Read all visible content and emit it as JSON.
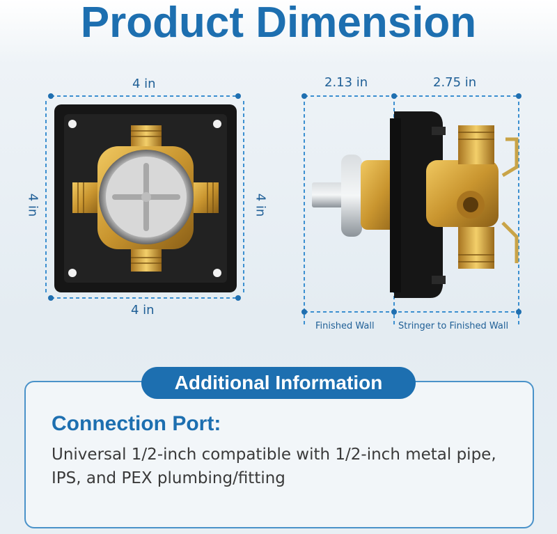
{
  "title": "Product Dimension",
  "front_view": {
    "top_label": "4 in",
    "bottom_label": "4 in",
    "left_label": "4 in",
    "right_label": "4 in"
  },
  "side_view": {
    "left_top_label": "2.13 in",
    "right_top_label": "2.75 in",
    "left_bottom_label": "Finished Wall",
    "right_bottom_label": "Stringer to Finished Wall"
  },
  "additional_info": {
    "heading": "Additional Information",
    "port_title": "Connection Port:",
    "port_description": "Universal 1/2-inch compatible with 1/2-inch metal pipe, IPS, and PEX plumbing/fitting"
  },
  "colors": {
    "accent": "#1d6fb0",
    "dimension_line": "#3b8fd0",
    "brass": "#c9952f",
    "housing": "#1a1a1a"
  }
}
